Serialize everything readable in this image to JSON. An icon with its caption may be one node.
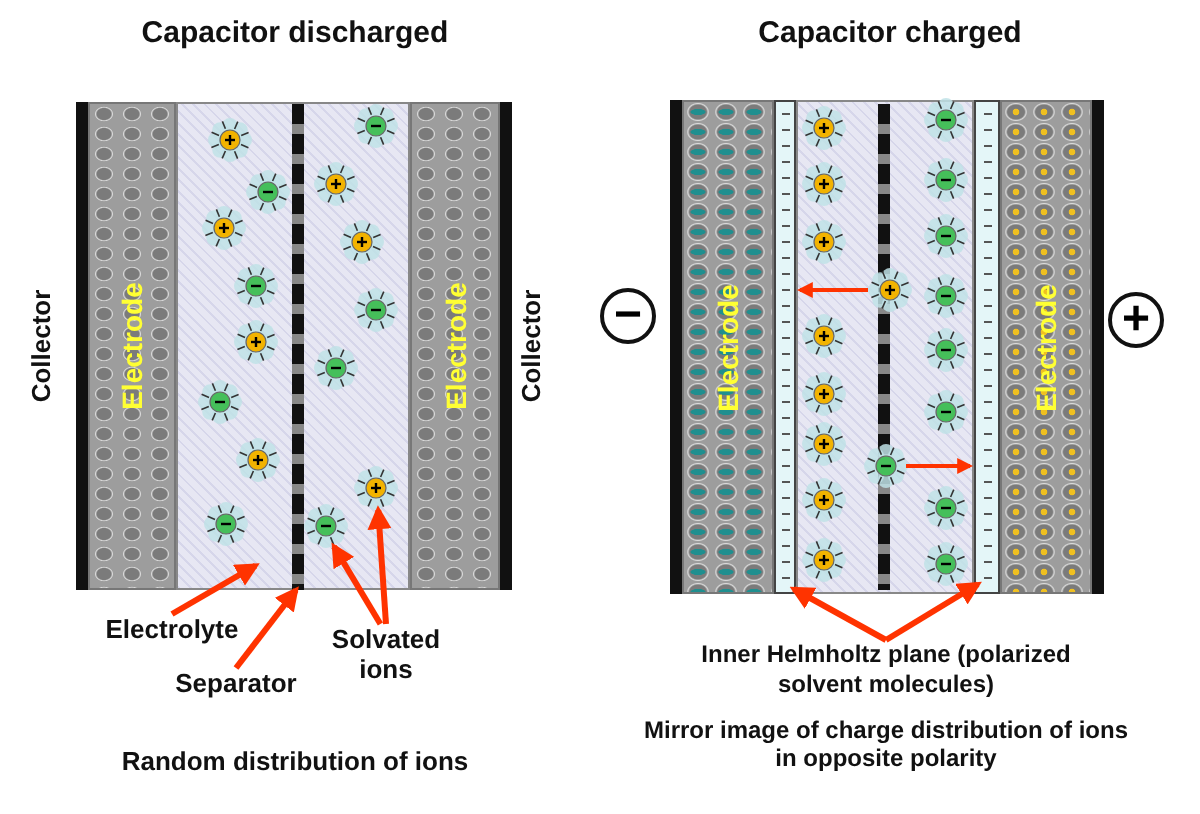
{
  "diagram": {
    "nodes": [
      {
        "text": [
          "Electrode"
        ]
      },
      {
        "text": [
          "Electrode"
        ]
      },
      {
        "text": [
          "Electrode"
        ]
      },
      {
        "text": [
          "Electrode"
        ]
      },
      {
        "text": [
          "−"
        ]
      },
      {
        "text": [
          "+"
        ]
      },
      {
        "text": [
          "Electrolyte"
        ]
      },
      {
        "text": [
          "Separator"
        ]
      },
      {
        "text": [
          "Solvated ions"
        ]
      },
      {
        "text": [
          "Inner Helmholtz plane (polarized solvent molecules)"
        ]
      },
      {
        "text": [],
        "shape": "box"
      },
      {
        "text": [],
        "shape": "bar",
        "in": 10
      },
      {
        "text": [],
        "shape": "circle",
        "in": 10
      },
      {
        "text": [],
        "shape": "circle",
        "in": 10
      },
      {
        "text": [],
        "shape": "bar"
      },
      {
        "text": [],
        "shape": "bar"
      }
    ],
    "edges": [
      {
        "from": 6,
        "to": 10,
        "arrow": "to"
      },
      {
        "from": 7,
        "to": 11,
        "arrow": "to"
      },
      {
        "from": 8,
        "to": 12,
        "arrow": "to"
      },
      {
        "from": 8,
        "to": 13,
        "arrow": "to"
      },
      {
        "from": 9,
        "to": 14,
        "arrow": "to"
      },
      {
        "from": 9,
        "to": 15,
        "arrow": "to"
      }
    ],
    "labels": [
      "Capacitor discharged",
      "Capacitor charged",
      "Collector",
      "Collector",
      "Random distribution of ions",
      "Mirror image of charge distribution of ions in opposite polarity"
    ]
  }
}
